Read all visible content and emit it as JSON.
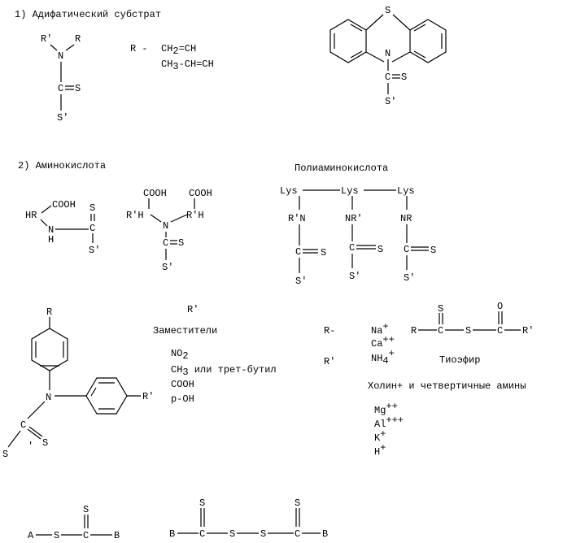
{
  "sections": {
    "s1_title": "1) Адифатический субстрат",
    "s2_title": "2) Аминокислота",
    "polyamino_title": "Полиаминокислота"
  },
  "atoms": {
    "R_prime": "R'",
    "R": "R",
    "N": "N",
    "C": "C",
    "S": "S",
    "S_prime": "S'",
    "NR_prime": "NR'",
    "R_prime_N": "R'N",
    "NR": "NR",
    "R_prime_H": "R'H",
    "HR": "HR",
    "H": "H",
    "COOH": "COOH",
    "Lys": "Lys",
    "O": "O",
    "A": "A",
    "B": "B"
  },
  "r_definition": {
    "prefix": "R -",
    "line1_pre": "CH",
    "line1_sub": "2",
    "line1_post": "=CH",
    "line2_pre": "CH",
    "line2_sub": "3",
    "line2_post": "-CH=CH"
  },
  "substituents": {
    "r_prime_top": "R'",
    "title": "Заместители",
    "r_dash": "R-",
    "r_prime_label": "R'",
    "items": [
      {
        "main": "NO",
        "sub": "2",
        "rest": ""
      },
      {
        "main": "CH",
        "sub": "3",
        "rest": " или трет-бутил"
      },
      {
        "main": "COOH",
        "sub": "",
        "rest": ""
      },
      {
        "main": "p-OH",
        "sub": "",
        "rest": ""
      }
    ],
    "cations1": [
      {
        "main": "Na",
        "sup": "+",
        "sub": ""
      },
      {
        "main": "Ca",
        "sup": "++",
        "sub": ""
      },
      {
        "main": "NH",
        "sup": "+",
        "sub": "4"
      }
    ],
    "thioester_label": "Тиоэфир",
    "choline": "Холин+ и четвертичные амины",
    "cations2": [
      {
        "main": "Mg",
        "sup": "++"
      },
      {
        "main": "Al",
        "sup": "+++"
      },
      {
        "main": "K",
        "sup": "+"
      },
      {
        "main": "H",
        "sup": "+"
      }
    ]
  }
}
